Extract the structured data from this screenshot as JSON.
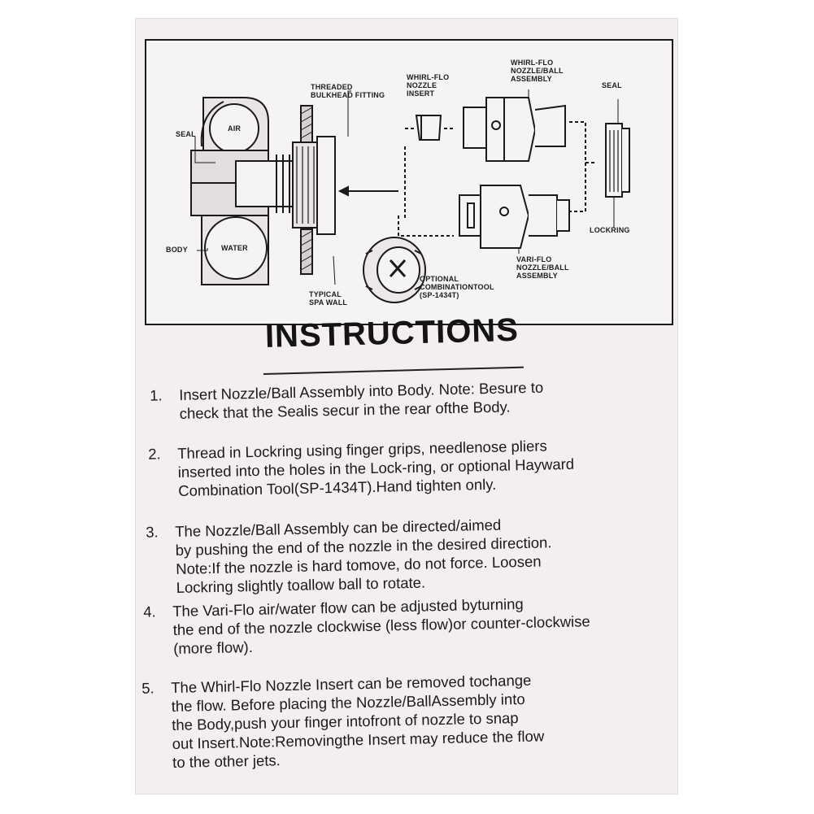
{
  "diagram": {
    "labels": {
      "threaded_bulkhead": "THREADED\nBULKHEAD FITTING",
      "whirl_insert": "WHIRL-FLO\nNOZZLE\nINSERT",
      "whirl_assembly": "WHIRL-FLO\nNOZZLE/BALL\nASSEMBLY",
      "seal_right": "SEAL",
      "seal_left": "SEAL",
      "air": "AIR",
      "water": "WATER",
      "body": "BODY",
      "lockring": "LOCKRING",
      "vari_assembly": "VARI-FLO\nNOZZLE/BALL\nASSEMBLY",
      "optional_tool": "OPTIONAL\nCOMBINATIONTOOL\n(SP-1434T)",
      "spa_wall": "TYPICAL\nSPA WALL"
    }
  },
  "title": "INSTRUCTIONS",
  "steps": [
    {
      "num": "1.",
      "lines": [
        "Insert Nozzle/Ball Assembly into Body. Note: Besure to",
        "check that the Sealis secur in the rear ofthe Body."
      ]
    },
    {
      "num": "2.",
      "lines": [
        "Thread in Lockring using finger grips, needlenose pliers",
        "inserted into the holes in the Lock-ring, or optional Hayward",
        "Combination Tool(SP-1434T).Hand tighten only."
      ]
    },
    {
      "num": "3.",
      "lines": [
        "The Nozzle/Ball Assembly can be directed/aimed",
        "by pushing the end of the nozzle in the desired direction.",
        "Note:If the nozzle is hard tomove, do not force. Loosen",
        "Lockring slightly toallow ball to rotate."
      ]
    },
    {
      "num": "4.",
      "lines": [
        "The Vari-Flo air/water flow can be adjusted byturning",
        "the end of the nozzle clockwise (less flow)or counter-clockwise",
        "(more flow)."
      ]
    },
    {
      "num": "5.",
      "lines": [
        "The Whirl-Flo Nozzle Insert can be removed tochange",
        "the flow. Before placing the Nozzle/BallAssembly into",
        "the Body,push your finger intofront of nozzle to snap",
        "out Insert.Note:Removingthe Insert may reduce the flow",
        "to the other jets."
      ]
    }
  ]
}
